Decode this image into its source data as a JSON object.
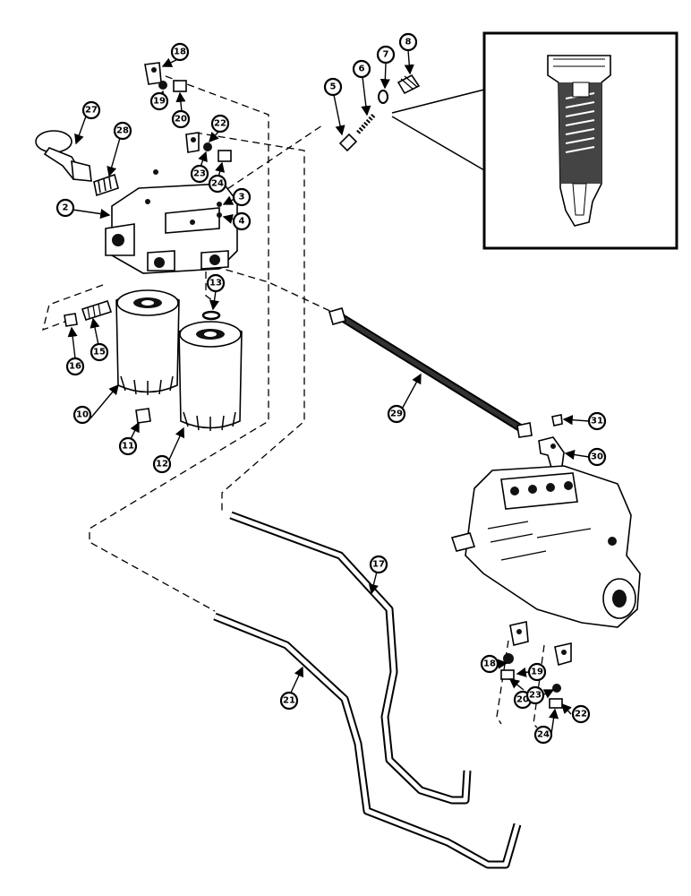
{
  "callouts": [
    "2",
    "3",
    "4",
    "5",
    "6",
    "7",
    "8",
    "10",
    "11",
    "12",
    "13",
    "15",
    "16",
    "17",
    "18",
    "19",
    "20",
    "21",
    "22",
    "23",
    "24",
    "27",
    "28",
    "29",
    "30",
    "31",
    "18",
    "19",
    "20",
    "22",
    "23",
    "24"
  ]
}
